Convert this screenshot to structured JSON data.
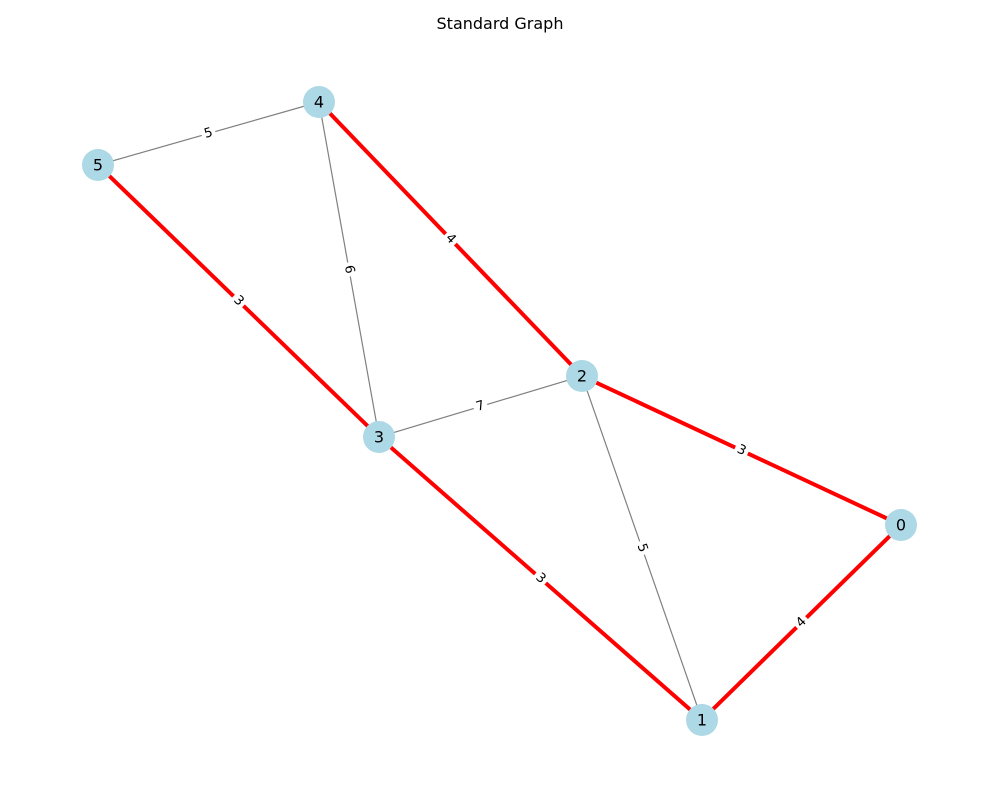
{
  "title": "Standard Graph",
  "colors": {
    "node_fill": "#add8e6",
    "edge_default": "#808080",
    "edge_highlight": "#ff0000",
    "label_background": "#ffffff"
  },
  "nodes": [
    {
      "id": "0",
      "label": "0"
    },
    {
      "id": "1",
      "label": "1"
    },
    {
      "id": "2",
      "label": "2"
    },
    {
      "id": "3",
      "label": "3"
    },
    {
      "id": "4",
      "label": "4"
    },
    {
      "id": "5",
      "label": "5"
    }
  ],
  "edges": [
    {
      "source": "5",
      "target": "4",
      "weight": "5",
      "highlighted": false
    },
    {
      "source": "4",
      "target": "3",
      "weight": "6",
      "highlighted": false
    },
    {
      "source": "3",
      "target": "2",
      "weight": "7",
      "highlighted": false
    },
    {
      "source": "2",
      "target": "1",
      "weight": "5",
      "highlighted": false
    },
    {
      "source": "4",
      "target": "2",
      "weight": "4",
      "highlighted": true
    },
    {
      "source": "5",
      "target": "3",
      "weight": "3",
      "highlighted": true
    },
    {
      "source": "2",
      "target": "0",
      "weight": "3",
      "highlighted": true
    },
    {
      "source": "3",
      "target": "1",
      "weight": "3",
      "highlighted": true
    },
    {
      "source": "0",
      "target": "1",
      "weight": "4",
      "highlighted": true
    }
  ]
}
